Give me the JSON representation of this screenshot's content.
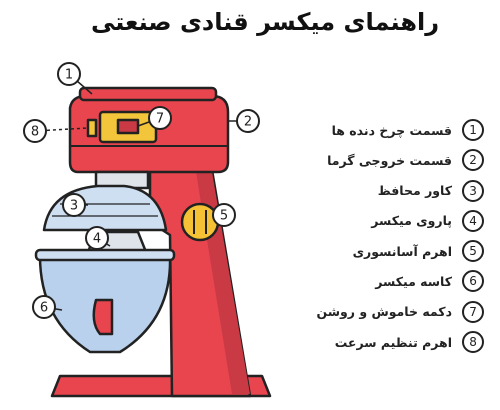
{
  "title": "راهنمای میکسر قنادی صنعتی",
  "parts": [
    {
      "num": "1",
      "label": "قسمت چرخ دنده ها"
    },
    {
      "num": "2",
      "label": "قسمت خروجی گرما"
    },
    {
      "num": "3",
      "label": "کاور محافظ"
    },
    {
      "num": "4",
      "label": "پاروی میکسر"
    },
    {
      "num": "5",
      "label": "اهرم آسانسوری"
    },
    {
      "num": "6",
      "label": "کاسه میکسر"
    },
    {
      "num": "7",
      "label": "دکمه خاموش و روشن"
    },
    {
      "num": "8",
      "label": "اهرم تنظیم سرعت"
    }
  ],
  "colors": {
    "body_red": "#e8454f",
    "body_red_dark": "#c93a44",
    "outline": "#222222",
    "cover_blue": "#cfdff2",
    "bowl_blue": "#b9d1ec",
    "lever_yellow": "#f5c235",
    "panel_yellow": "#f3c53a",
    "metal_gray": "#dfe4ea"
  }
}
